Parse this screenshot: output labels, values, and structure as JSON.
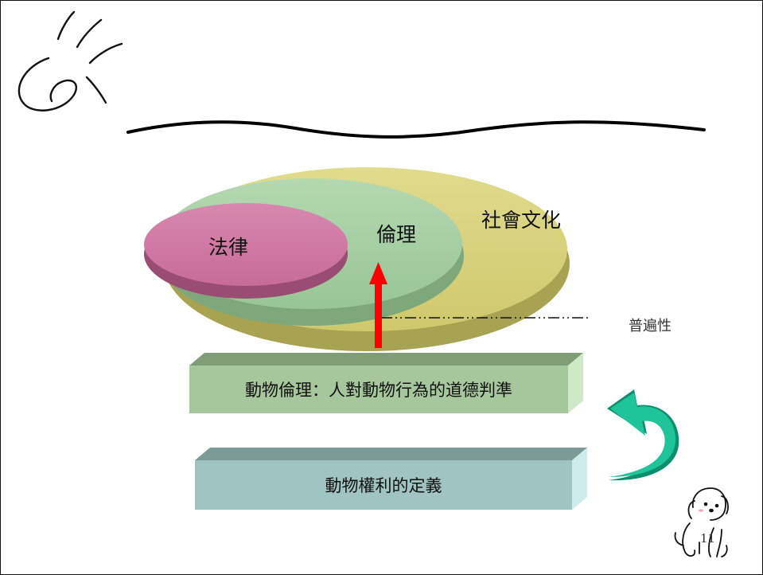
{
  "diagram": {
    "outer_label": "社會文化",
    "middle_label": "倫理",
    "inner_label": "法律",
    "axis_label": "普遍性",
    "bar_top_label": "動物倫理：人對動物行為的道德判準",
    "bar_bottom_label": "動物權利的定義"
  },
  "colors": {
    "outer_ellipse": "#d8d27e",
    "middle_ellipse": "#a6cfa4",
    "inner_ellipse": "#cf7aa3",
    "arrow_up": "#ff0000",
    "curved_arrow": "#1fc49a",
    "bar_top": "#a6c79c",
    "bar_bottom": "#9fc4c2"
  },
  "footer": {
    "page_number": "11"
  }
}
